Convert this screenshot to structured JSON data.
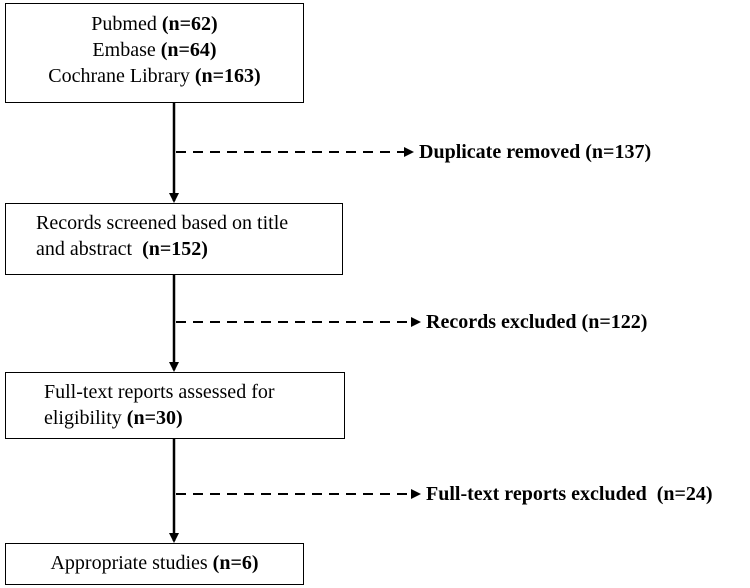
{
  "flow": {
    "sources": [
      {
        "name": "Pubmed ",
        "count": "(n=62)"
      },
      {
        "name": "Embase ",
        "count": "(n=64)"
      },
      {
        "name": "Cochrane Library ",
        "count": "(n=163)"
      }
    ],
    "screened": {
      "line1": "Records screened based on title",
      "line2_text": "and abstract  ",
      "line2_count": "(n=152)"
    },
    "assessed": {
      "line1": "Full-text reports assessed for",
      "line2_text": "eligibility ",
      "line2_count": "(n=30)"
    },
    "included": {
      "text": "Appropriate studies ",
      "count": "(n=6)"
    },
    "exclusions": [
      "Duplicate removed (n=137)",
      "Records excluded (n=122)",
      "Full-text reports excluded  (n=24)"
    ]
  }
}
